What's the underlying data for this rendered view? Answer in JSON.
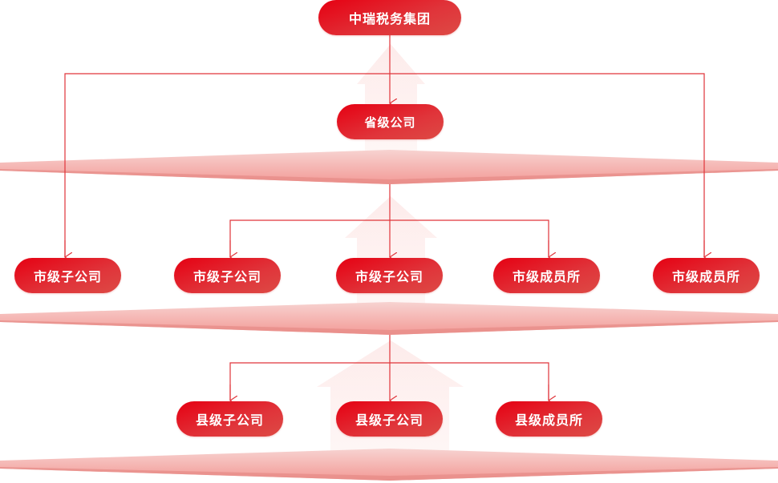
{
  "root": {
    "label": "中瑞税务集团"
  },
  "province": {
    "label": "省级公司"
  },
  "city": [
    {
      "label": "市级子公司"
    },
    {
      "label": "市级子公司"
    },
    {
      "label": "市级子公司"
    },
    {
      "label": "市级成员所"
    },
    {
      "label": "市级成员所"
    }
  ],
  "county": [
    {
      "label": "县级子公司"
    },
    {
      "label": "县级子公司"
    },
    {
      "label": "县级成员所"
    }
  ],
  "colors": {
    "accent": "#e60012",
    "line": "#e0343a",
    "plate": "#f4a9a6",
    "arrow": "#fdecea"
  }
}
